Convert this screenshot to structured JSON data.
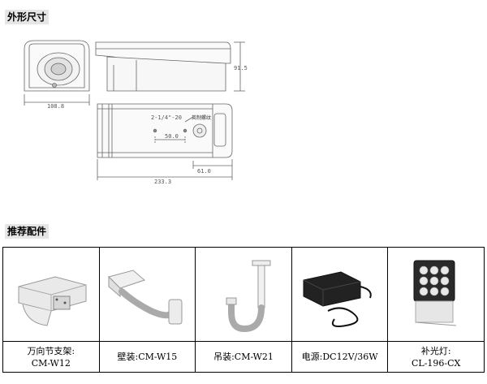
{
  "sections": {
    "dimensions_title": "外形尺寸",
    "accessories_title": "推荐配件"
  },
  "drawing": {
    "width_label": "108.8",
    "height_label": "91.5",
    "length_label": "233.3",
    "hole_spacing_label": "50.0",
    "offset_label": "61.0",
    "thread_label": "2-1/4\"-20",
    "thread_note": "英制螺纹"
  },
  "accessories": [
    {
      "label_line1": "万向节支架:",
      "label_line2": "CM-W12",
      "icon": "universal-joint-bracket"
    },
    {
      "label_line1": "壁装:CM-W15",
      "label_line2": "",
      "icon": "wall-mount-bracket"
    },
    {
      "label_line1": "吊装:CM-W21",
      "label_line2": "",
      "icon": "pendant-mount-bracket"
    },
    {
      "label_line1": "电源:DC12V/36W",
      "label_line2": "",
      "icon": "power-adapter"
    },
    {
      "label_line1": "补光灯:",
      "label_line2": "CL-196-CX",
      "icon": "fill-light"
    }
  ]
}
